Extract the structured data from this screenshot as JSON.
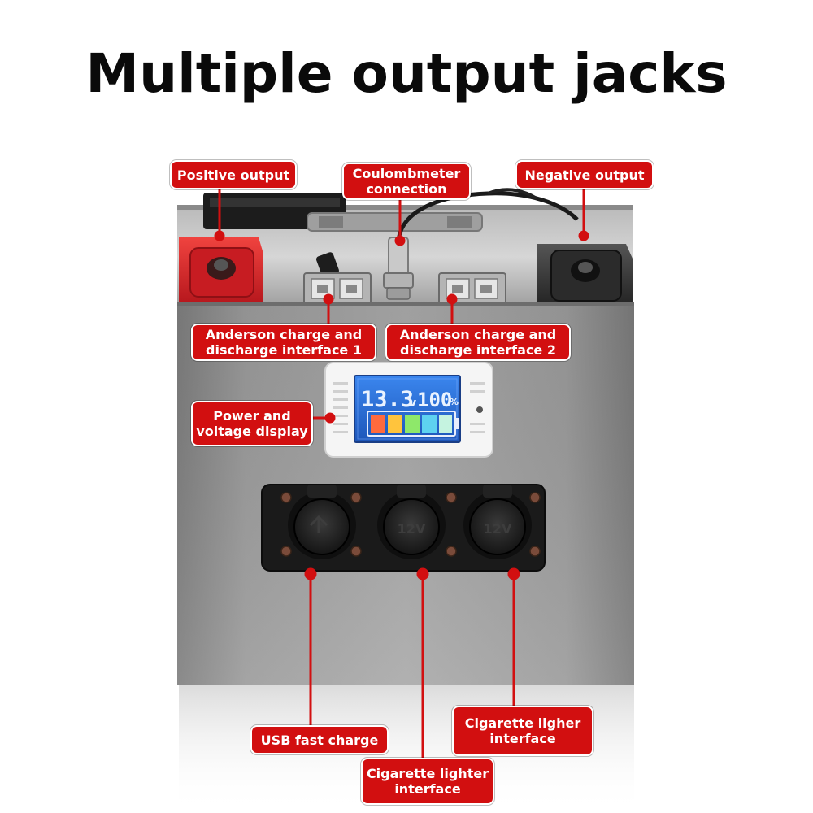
{
  "title": "Multiple output jacks",
  "display": {
    "voltage": "13.3",
    "voltage_unit": "v",
    "percent": "100",
    "percent_unit": "%"
  },
  "socket_labels": {
    "socket2": "12V",
    "socket3": "12V"
  },
  "callouts": {
    "positive_output": "Positive output",
    "coulombmeter_line1": "Coulombmeter",
    "coulombmeter_line2": "connection",
    "negative_output": "Negative output",
    "anderson1_line1": "Anderson charge and",
    "anderson1_line2": "discharge interface 1",
    "anderson2_line1": "Anderson charge and",
    "anderson2_line2": "discharge interface 2",
    "power_display_line1": "Power and",
    "power_display_line2": "voltage display",
    "usb_fast_charge": "USB fast charge",
    "cig_right_line1": "Cigarette ligher",
    "cig_right_line2": "interface",
    "cig_center_line1": "Cigarette lighter",
    "cig_center_line2": "interface"
  },
  "colors": {
    "callout_red": "#d20f10",
    "positive_terminal": "#d9252b",
    "negative_terminal": "#3b3b3b",
    "lcd_blue": "#2a6fd6",
    "panel_gray": "#8f8f8f"
  }
}
